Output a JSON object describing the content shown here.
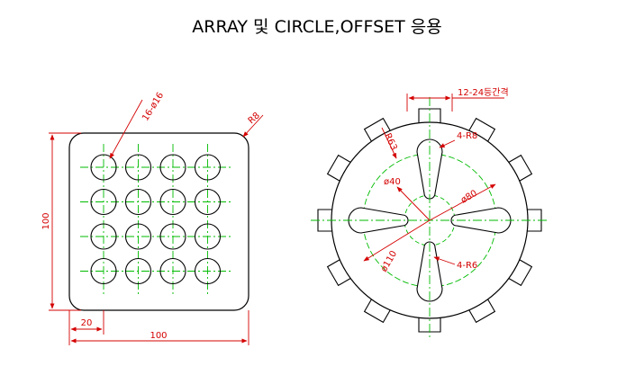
{
  "title": "ARRAY 및 CIRCLE,OFFSET 응용",
  "left_drawing": {
    "hole_label": "16-ø16",
    "corner_radius_label": "R8",
    "height_label": "100",
    "offset_label": "20",
    "width_label": "100",
    "hole_rows": 4,
    "hole_cols": 4
  },
  "right_drawing": {
    "tab_label": "12-24등간격",
    "slot_top_label": "4-R8",
    "radius_label": "R63",
    "inner_dia_label": "ø40",
    "mid_dia_label": "ø80",
    "outer_dia_label": "ø110",
    "slot_bottom_label": "4-R6",
    "tab_count": 12,
    "slot_count": 4
  },
  "colors": {
    "outline": "#000000",
    "centerline": "#00bb00",
    "dimension": "#d40000"
  }
}
